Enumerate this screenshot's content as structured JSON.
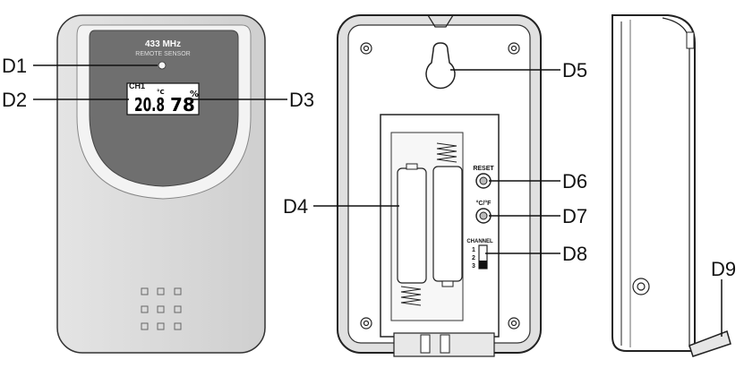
{
  "front_device": {
    "frequency": "433 MHz",
    "sensor_name": "REMOTE SENSOR",
    "channel": "CH1",
    "temperature": "20.8",
    "temp_unit": "°C",
    "humidity": "78",
    "humidity_unit": "%"
  },
  "back_device": {
    "reset_label": "RESET",
    "unit_label": "°C/°F",
    "channel_label": "CHANNEL",
    "channel_options": [
      "1",
      "2",
      "3"
    ]
  },
  "callouts": {
    "d1": "D1",
    "d2": "D2",
    "d3": "D3",
    "d4": "D4",
    "d5": "D5",
    "d6": "D6",
    "d7": "D7",
    "d8": "D8",
    "d9": "D9"
  }
}
